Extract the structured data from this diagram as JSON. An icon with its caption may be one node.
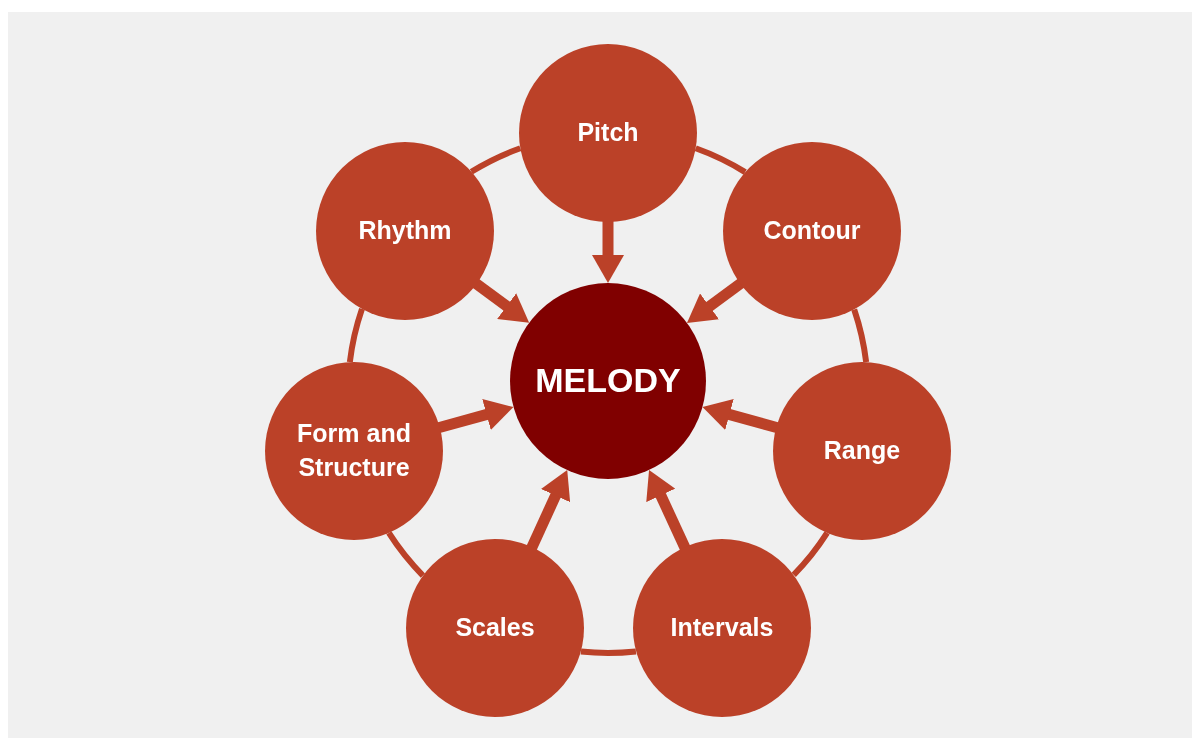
{
  "diagram": {
    "nodes": [
      {
        "text": [
          "Pitch"
        ]
      },
      {
        "text": [
          "Contour"
        ]
      },
      {
        "text": [
          "Range"
        ]
      },
      {
        "text": [
          "Intervals"
        ]
      },
      {
        "text": [
          "Scales"
        ]
      },
      {
        "text": [
          "Form and Structure"
        ]
      },
      {
        "text": [
          "Rhythm"
        ]
      },
      {
        "text": [
          "MELODY"
        ]
      }
    ],
    "edges": [
      {
        "from": 0,
        "to": 7,
        "arrow": "to",
        "style": "thick"
      },
      {
        "from": 1,
        "to": 7,
        "arrow": "to",
        "style": "thick"
      },
      {
        "from": 2,
        "to": 7,
        "arrow": "to",
        "style": "thick"
      },
      {
        "from": 3,
        "to": 7,
        "arrow": "to",
        "style": "thick"
      },
      {
        "from": 4,
        "to": 7,
        "arrow": "to",
        "style": "thick"
      },
      {
        "from": 5,
        "to": 7,
        "arrow": "to",
        "style": "thick"
      },
      {
        "from": 6,
        "to": 7,
        "arrow": "to",
        "style": "thick"
      },
      {
        "from": 0,
        "to": 1,
        "arrow": "none"
      },
      {
        "from": 1,
        "to": 2,
        "arrow": "none"
      },
      {
        "from": 2,
        "to": 3,
        "arrow": "none"
      },
      {
        "from": 3,
        "to": 4,
        "arrow": "none"
      },
      {
        "from": 4,
        "to": 5,
        "arrow": "none"
      },
      {
        "from": 5,
        "to": 6,
        "arrow": "none"
      },
      {
        "from": 6,
        "to": 0,
        "arrow": "none"
      }
    ]
  }
}
